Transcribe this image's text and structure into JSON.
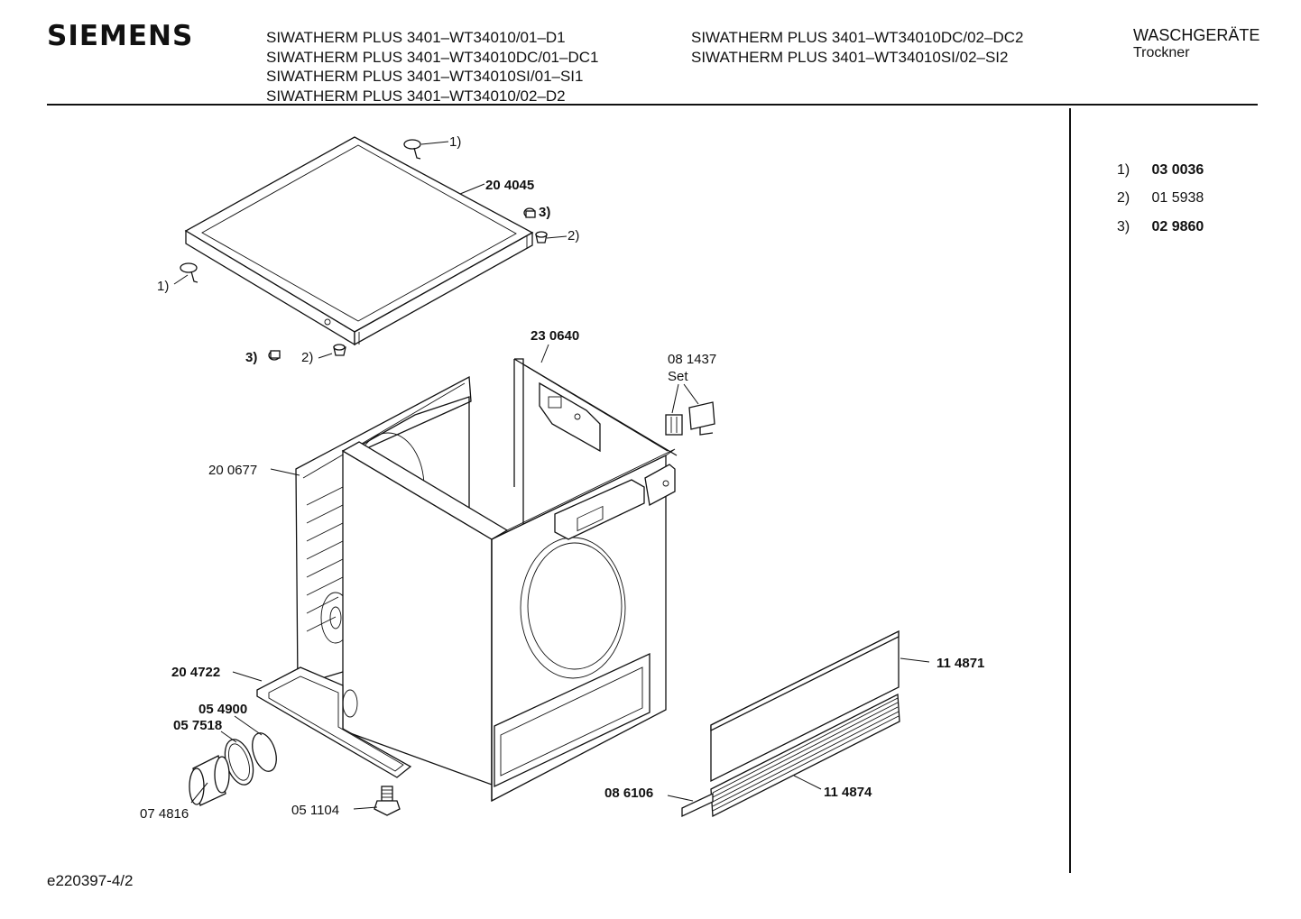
{
  "header": {
    "brand": "SIEMENS",
    "models_col1": [
      "SIWATHERM PLUS 3401–WT34010/01–D1",
      "SIWATHERM PLUS 3401–WT34010DC/01–DC1",
      "SIWATHERM PLUS 3401–WT34010SI/01–SI1",
      "SIWATHERM PLUS 3401–WT34010/02–D2"
    ],
    "models_col2": [
      "SIWATHERM PLUS 3401–WT34010DC/02–DC2",
      "SIWATHERM PLUS 3401–WT34010SI/02–SI2"
    ],
    "category": "WASCHGERÄTE",
    "subcategory": "Trockner"
  },
  "legend": [
    {
      "index": "1)",
      "code": "03 0036",
      "bold": true
    },
    {
      "index": "2)",
      "code": "01 5938",
      "bold": false
    },
    {
      "index": "3)",
      "code": "02 9860",
      "bold": true
    }
  ],
  "callouts": {
    "c_1_top": "1)",
    "c_204045": "20 4045",
    "c_3_top": "3)",
    "c_2_top": "2)",
    "c_1_left": "1)",
    "c_3_bottom": "3)",
    "c_2_bottom": "2)",
    "c_230640": "23 0640",
    "c_081437": "08 1437",
    "c_set": "Set",
    "c_200677": "20 0677",
    "c_204722": "20 4722",
    "c_054900": "05 4900",
    "c_057518": "05 7518",
    "c_074816": "07 4816",
    "c_051104": "05 1104",
    "c_114871": "11 4871",
    "c_086106": "08 6106",
    "c_114874": "11 4874"
  },
  "footer": {
    "drawing_id": "e220397-4/2"
  }
}
